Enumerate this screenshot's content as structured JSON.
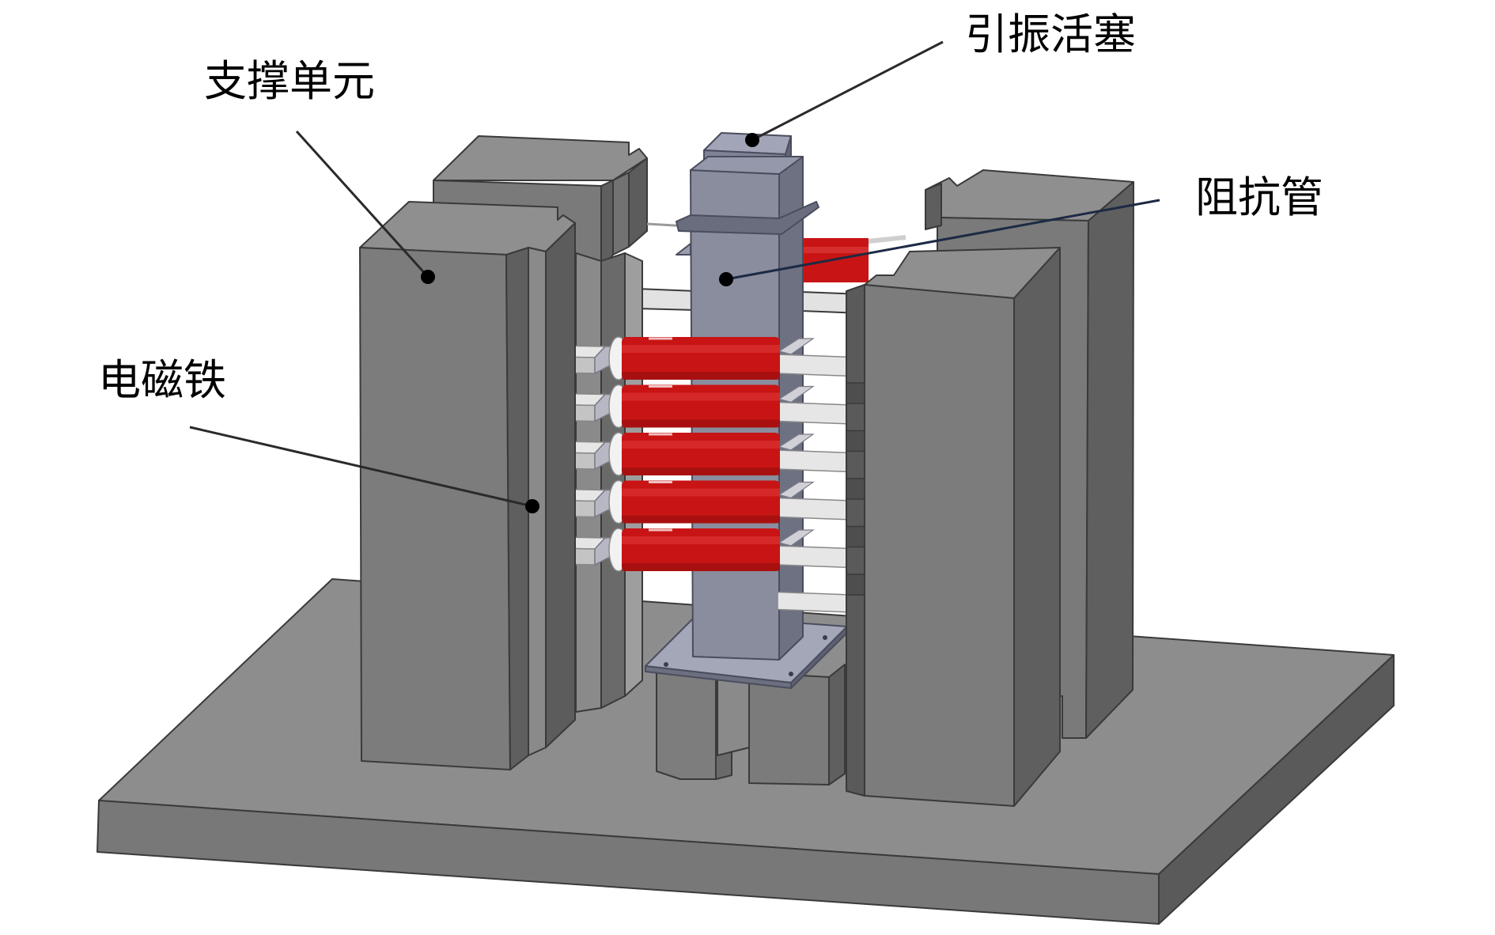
{
  "figure": {
    "title": "电磁驱动引振装置结构示意图",
    "labels": {
      "support_unit": "支撑单元",
      "electromagnet": "电磁铁",
      "vibration_piston": "引振活塞",
      "impedance_tube": "阻抗管"
    },
    "coil_count": 5,
    "colors": {
      "background": "#ffffff",
      "pillar_front": "#7c7c7c",
      "pillar_top": "#8f8f8f",
      "pillar_side": "#5f5f5f",
      "base_top": "#8d8d8d",
      "base_front": "#787878",
      "base_side": "#5a5a5a",
      "piston_front": "#8a8d9d",
      "piston_side": "#6e7182",
      "piston_top": "#9c9fb0",
      "coil_red": "#c81414",
      "coil_highlight": "#e03a3a",
      "coil_shadow": "#8e0c0c",
      "bar_white": "#e6e6e6",
      "bar_shade": "#c4c4c4",
      "leader_line": "#2a2a2a"
    }
  }
}
